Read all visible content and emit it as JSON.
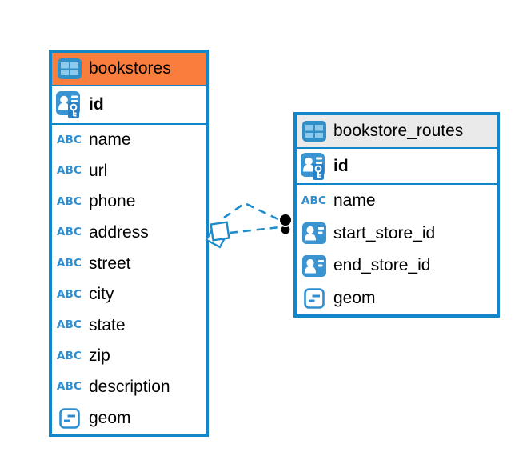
{
  "colors": {
    "table_border_blue": "#1186c8",
    "bookstores_header_orange": "#f97d3d",
    "routes_header_gray": "#eaeaea",
    "icon_blue": "#3a94d1",
    "type_label_blue": "#2e8fd0",
    "relationship_line_blue": "#1e8bcd",
    "endpoint_dot_black": "#000000"
  },
  "icons": {
    "text_type_label": "ABC",
    "table_icon": "table-grid",
    "primary_key_icon": "user-key",
    "reference_icon": "user-card",
    "geometry_icon": "geometry-box"
  },
  "tables": [
    {
      "name": "bookstores",
      "key": {
        "name": "id"
      },
      "fields": [
        {
          "name": "name",
          "type": "text"
        },
        {
          "name": "url",
          "type": "text"
        },
        {
          "name": "phone",
          "type": "text"
        },
        {
          "name": "address",
          "type": "text"
        },
        {
          "name": "street",
          "type": "text"
        },
        {
          "name": "city",
          "type": "text"
        },
        {
          "name": "state",
          "type": "text"
        },
        {
          "name": "zip",
          "type": "text"
        },
        {
          "name": "description",
          "type": "text"
        },
        {
          "name": "geom",
          "type": "geometry"
        }
      ]
    },
    {
      "name": "bookstore_routes",
      "key": {
        "name": "id"
      },
      "fields": [
        {
          "name": "name",
          "type": "text"
        },
        {
          "name": "start_store_id",
          "type": "reference"
        },
        {
          "name": "end_store_id",
          "type": "reference"
        },
        {
          "name": "geom",
          "type": "geometry"
        }
      ]
    }
  ],
  "relationship": {
    "style": "dashed",
    "line_count": 2
  }
}
